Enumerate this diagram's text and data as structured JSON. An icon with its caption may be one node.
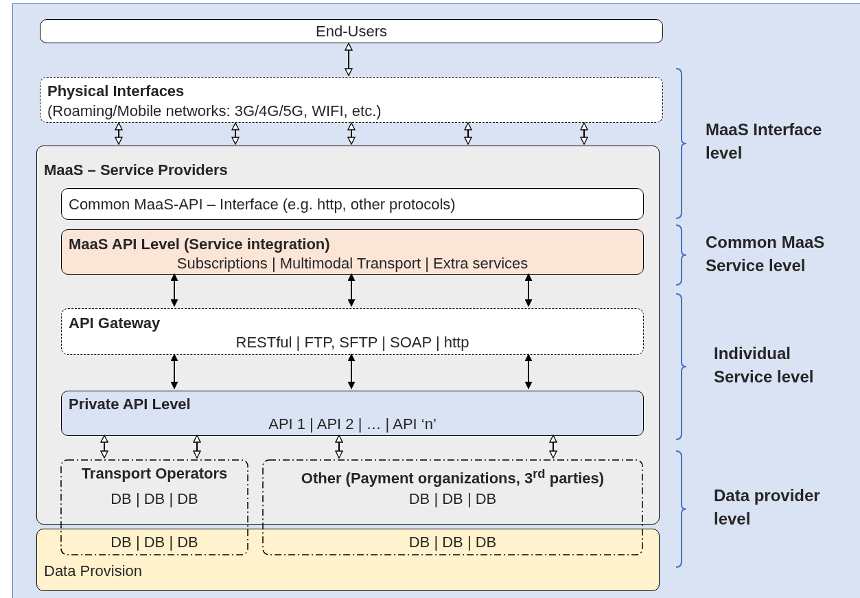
{
  "diagram": {
    "nodes": [
      {
        "text": [
          "End-Users"
        ]
      },
      {
        "text": [
          "Physical Interfaces",
          "(Roaming/Mobile networks: 3G/4G/5G, WIFI, etc.)"
        ]
      },
      {
        "text": [
          "MaaS – Service Providers"
        ]
      },
      {
        "text": [
          "Common MaaS-API – Interface (e.g. http, other protocols)"
        ],
        "in": 2
      },
      {
        "text": [
          "MaaS API Level (Service integration)",
          "Subscriptions | Multimodal Transport | Extra services"
        ],
        "in": 2
      },
      {
        "text": [
          "API Gateway",
          "RESTful | FTP, SFTP | SOAP | http"
        ],
        "in": 2
      },
      {
        "text": [
          "Private API Level",
          "API 1 | API 2 | … | API ‘n’"
        ],
        "in": 2
      },
      {
        "text": [
          "Transport Operators",
          "DB | DB | DB",
          "DB | DB | DB"
        ]
      },
      {
        "text": [
          "Other (Payment organizations, 3$^{rd}$ parties)",
          "DB | DB | DB",
          "DB | DB | DB"
        ]
      },
      {
        "text": [
          "Data Provision"
        ]
      }
    ],
    "edges": [
      {
        "from": 0,
        "to": 1,
        "arrow": "both"
      },
      {
        "from": 1,
        "to": 2,
        "arrow": "both"
      },
      {
        "from": 1,
        "to": 2,
        "arrow": "both"
      },
      {
        "from": 1,
        "to": 2,
        "arrow": "both"
      },
      {
        "from": 1,
        "to": 2,
        "arrow": "both"
      },
      {
        "from": 1,
        "to": 2,
        "arrow": "both"
      },
      {
        "from": 4,
        "to": 5,
        "arrow": "both"
      },
      {
        "from": 4,
        "to": 5,
        "arrow": "both"
      },
      {
        "from": 4,
        "to": 5,
        "arrow": "both"
      },
      {
        "from": 5,
        "to": 6,
        "arrow": "both"
      },
      {
        "from": 5,
        "to": 6,
        "arrow": "both"
      },
      {
        "from": 5,
        "to": 6,
        "arrow": "both"
      },
      {
        "from": 6,
        "to": 7,
        "arrow": "both"
      },
      {
        "from": 6,
        "to": 7,
        "arrow": "both"
      },
      {
        "from": 6,
        "to": 8,
        "arrow": "both"
      },
      {
        "from": 6,
        "to": 8,
        "arrow": "both"
      }
    ],
    "labels": [
      "MaaS Interface level",
      "Common MaaS Service level",
      "Individual Service level",
      "Data provider level"
    ]
  }
}
